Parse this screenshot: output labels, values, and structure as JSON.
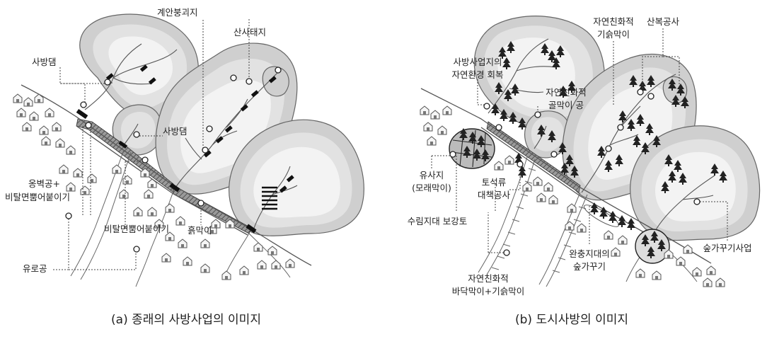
{
  "left_panel": {
    "caption": "(a) 종래의 사방사업의 이미지",
    "labels": {
      "gyean": "계안붕괴지",
      "sansa": "산사태지",
      "sabang1": "사방댐",
      "sabang2": "사방댐",
      "ongbyeok_line1": "옹벽공+",
      "ongbyeok_line2": "비탈면뿜어붙이기",
      "bital": "비탈면뿜어붙이기",
      "yuro": "유로공",
      "heuk": "흙막이"
    }
  },
  "right_panel": {
    "caption": "(b) 도시사방의 이미지",
    "labels": {
      "nat_gisul_line1": "자연친화적",
      "nat_gisul_line2": "기슭막이",
      "sabok": "산복공사",
      "restore_line1": "사방사업지의",
      "restore_line2": "자연환경 회복",
      "nat_gol_line1": "자연친화적",
      "nat_gol_line2": "골막이 공",
      "yusa_line1": "유사지",
      "yusa_line2": "(모래막이)",
      "toseok_line1": "토석류",
      "toseok_line2": "대책공사",
      "surim": "수림지대 보강토",
      "nat_bottom_line1": "자연친화적",
      "nat_bottom_line2": "바닥막이+기슭막이",
      "buffer_line1": "완충지대의",
      "buffer_line2": "숲가꾸기",
      "forest": "숲가꾸기사업"
    }
  }
}
